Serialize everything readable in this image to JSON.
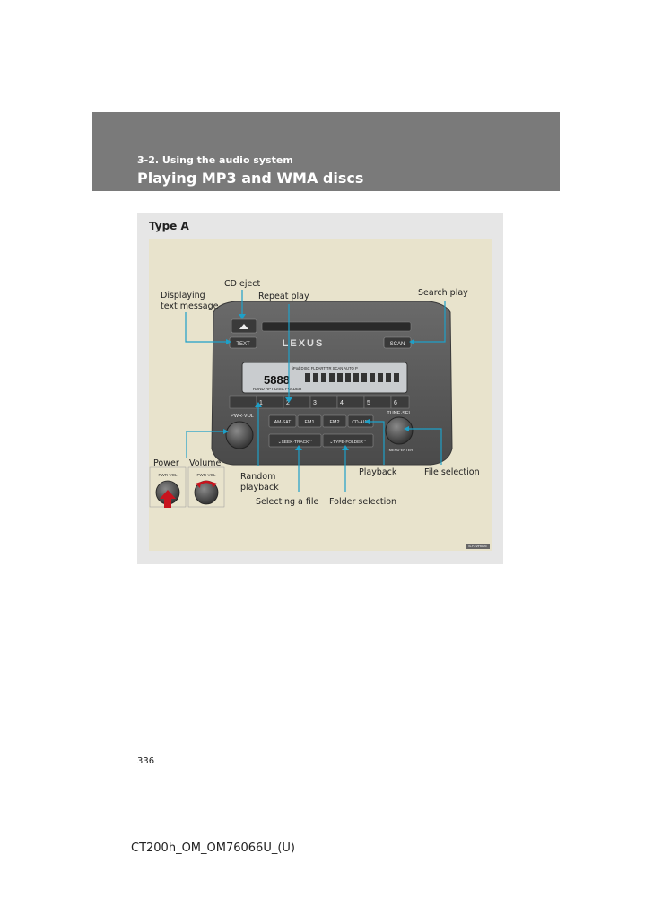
{
  "header": {
    "section": "3-2. Using the audio system",
    "title": "Playing MP3 and WMA discs"
  },
  "figure": {
    "type_label": "Type A",
    "code": "ILY3VH005",
    "callouts": {
      "cd_eject": "CD eject",
      "displaying_1": "Displaying",
      "displaying_2": "text message",
      "repeat_play": "Repeat play",
      "search_play": "Search play",
      "power": "Power",
      "volume": "Volume",
      "random_1": "Random",
      "random_2": "playback",
      "playback": "Playback",
      "file_selection": "File selection",
      "selecting_file": "Selecting a file",
      "folder_selection": "Folder selection"
    },
    "buttons": {
      "text": "TEXT",
      "scan": "SCAN",
      "brand": "LEXUS",
      "pwr_vol": "PWR·VOL",
      "tune_sel": "TUNE·SEL",
      "am_sat": "AM·SAT",
      "fm1": "FM1",
      "fm2": "FM2",
      "cd_aux": "CD·AUX",
      "seek_track": "⌄SEEK·TRACK⌃",
      "type_folder": "⌄TYPE·FOLDER⌃",
      "menu_enter": "MENU·ENTER",
      "presets": [
        "1",
        "2",
        "3",
        "4",
        "5",
        "6"
      ]
    },
    "display": {
      "top_line": "iPod DISC   FLDART TR   SCAN  AUTO P",
      "main": "5888",
      "bottom_line": "RAND  RPT   DISC   FOLDER"
    }
  },
  "page_number": "336",
  "footer": "CT200h_OM_OM76066U_(U)",
  "colors": {
    "header": "#7a7a7a",
    "callout_line": "#1ea0c8",
    "arrow": "#c8141e"
  }
}
